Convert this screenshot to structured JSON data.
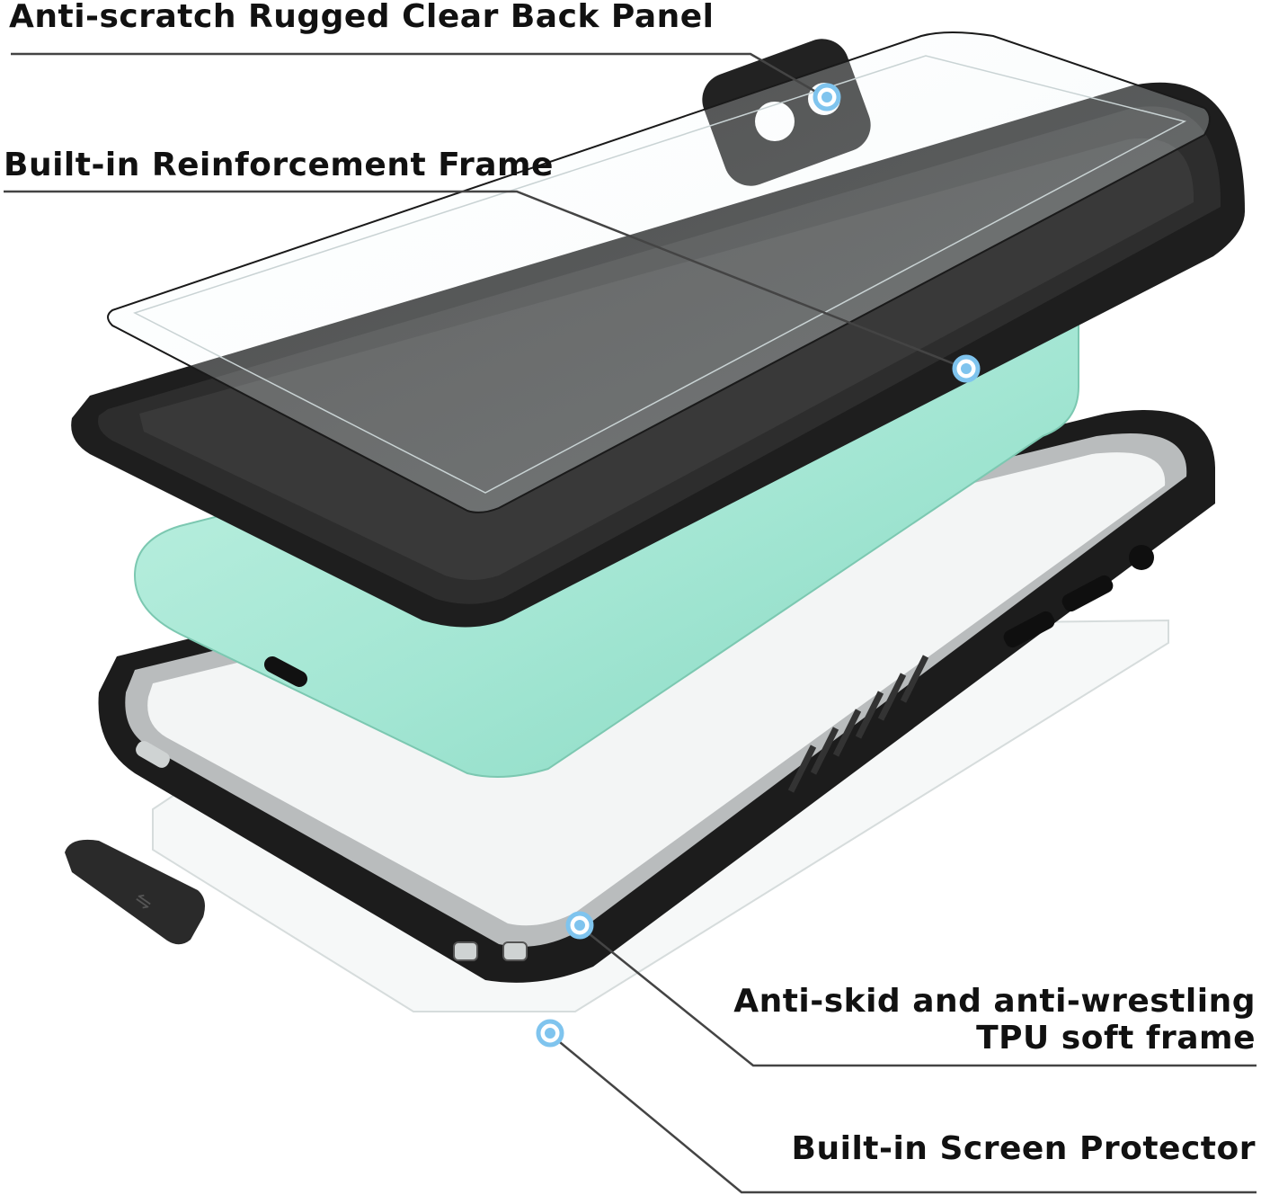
{
  "labels": {
    "back_panel": "Anti-scratch Rugged Clear Back Panel",
    "frame": "Built-in Reinforcement Frame",
    "tpu_line1": "Anti-skid and anti-wrestling",
    "tpu_line2": "TPU soft frame",
    "screen": "Built-in Screen Protector"
  },
  "colors": {
    "phone_body": "#a7e8d6",
    "case_black": "#1f1f1f",
    "callout_dot": "#7fc4ee",
    "leader_line": "#444444"
  },
  "icons": [
    "apple-logo-icon",
    "usb-icon"
  ]
}
